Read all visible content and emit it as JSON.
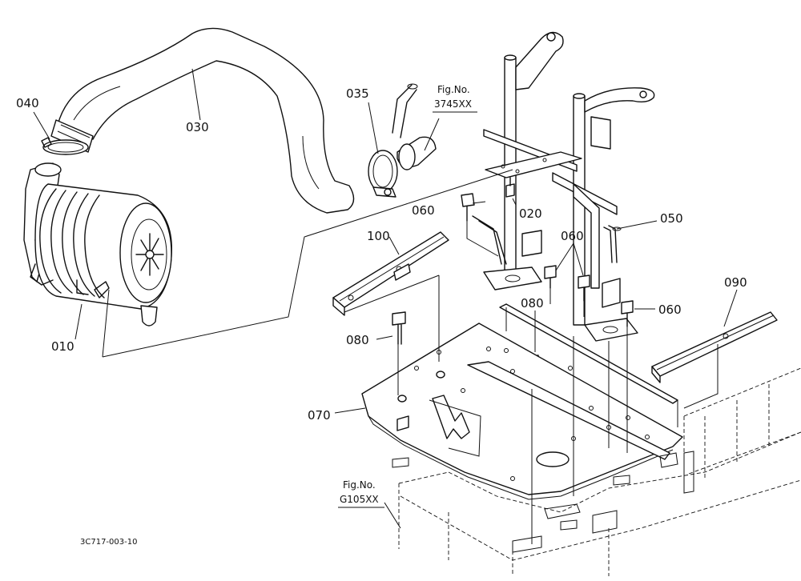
{
  "part_labels": [
    {
      "id": "010",
      "text": "010"
    },
    {
      "id": "020",
      "text": "020"
    },
    {
      "id": "030",
      "text": "030"
    },
    {
      "id": "035",
      "text": "035"
    },
    {
      "id": "040",
      "text": "040"
    },
    {
      "id": "050",
      "text": "050"
    },
    {
      "id": "060a",
      "text": "060"
    },
    {
      "id": "060b",
      "text": "060"
    },
    {
      "id": "060c",
      "text": "060"
    },
    {
      "id": "070",
      "text": "070"
    },
    {
      "id": "080a",
      "text": "080"
    },
    {
      "id": "080b",
      "text": "080"
    },
    {
      "id": "090",
      "text": "090"
    },
    {
      "id": "100",
      "text": "100"
    }
  ],
  "figure_refs": [
    {
      "line1": "Fig.No.",
      "line2": "3745XX"
    },
    {
      "line1": "Fig.No.",
      "line2": "G105XX"
    }
  ],
  "drawing_code": "3C717-003-10"
}
